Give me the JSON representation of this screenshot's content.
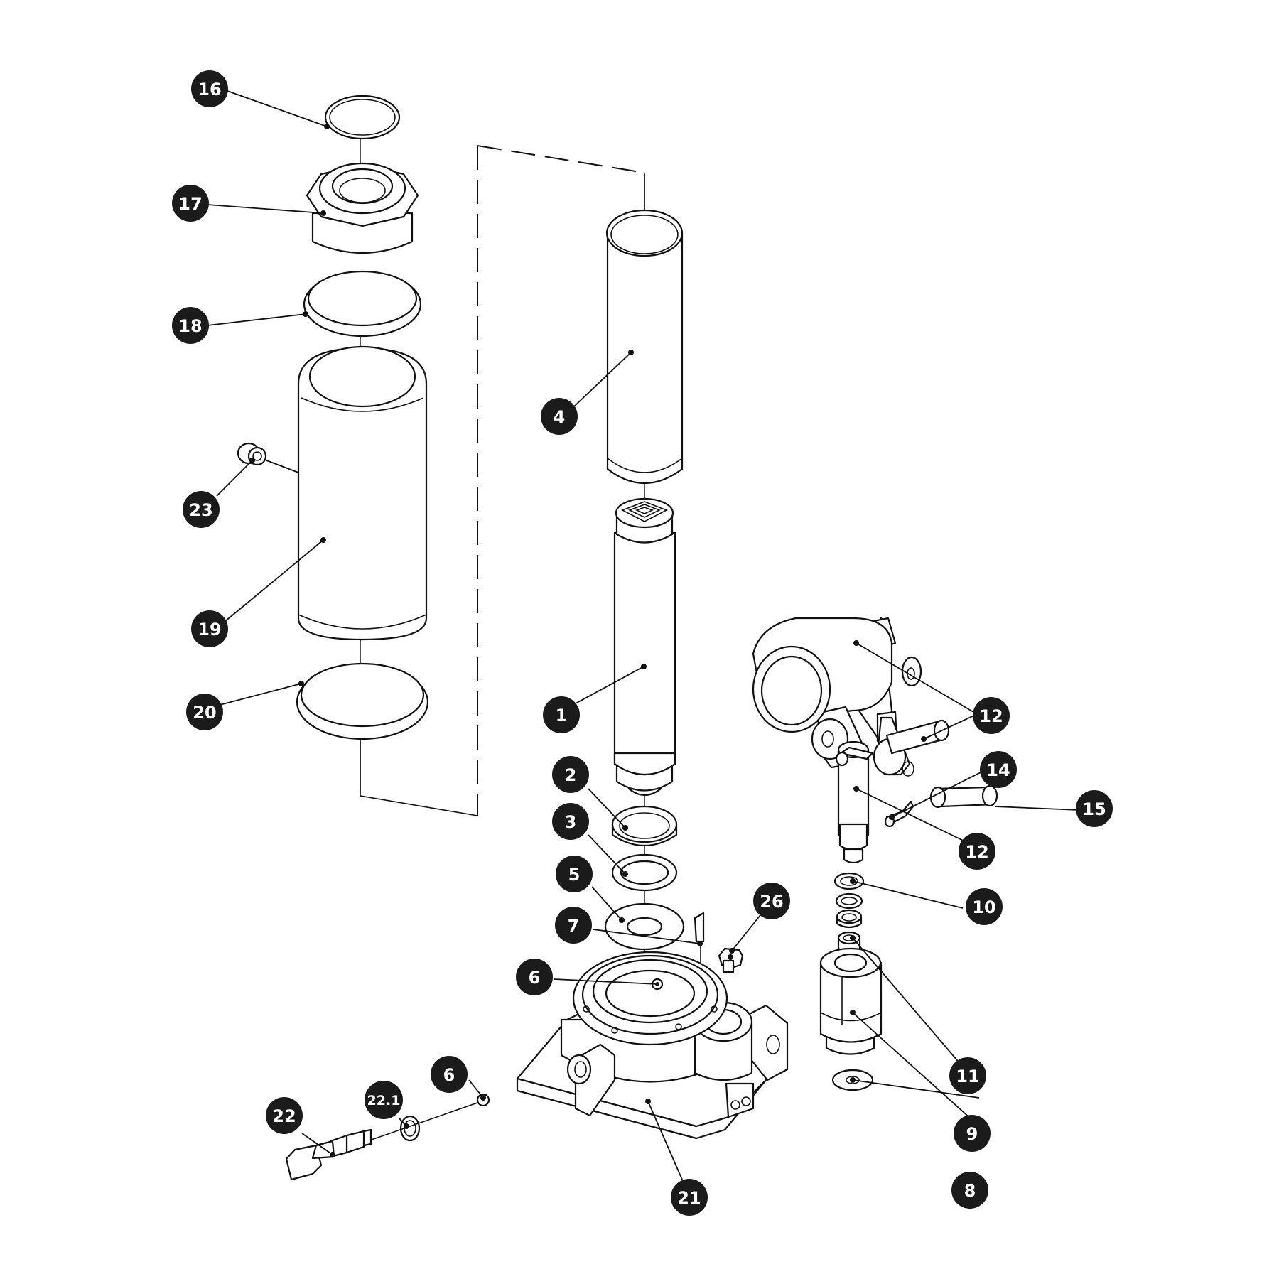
{
  "colors": {
    "ink": "#111111",
    "badge": "#1b1b1b",
    "badge_text": "#ffffff",
    "background": "#ffffff"
  },
  "parts": [
    {
      "id": "p1",
      "label": "1"
    },
    {
      "id": "p2",
      "label": "2"
    },
    {
      "id": "p3",
      "label": "3"
    },
    {
      "id": "p4",
      "label": "4"
    },
    {
      "id": "p5",
      "label": "5"
    },
    {
      "id": "p6a",
      "label": "6"
    },
    {
      "id": "p6b",
      "label": "6"
    },
    {
      "id": "p7",
      "label": "7"
    },
    {
      "id": "p8",
      "label": "8"
    },
    {
      "id": "p9",
      "label": "9"
    },
    {
      "id": "p10",
      "label": "10"
    },
    {
      "id": "p11",
      "label": "11"
    },
    {
      "id": "p12a",
      "label": "12"
    },
    {
      "id": "p12b",
      "label": "12"
    },
    {
      "id": "p14",
      "label": "14"
    },
    {
      "id": "p15",
      "label": "15"
    },
    {
      "id": "p16",
      "label": "16"
    },
    {
      "id": "p17",
      "label": "17"
    },
    {
      "id": "p18",
      "label": "18"
    },
    {
      "id": "p19",
      "label": "19"
    },
    {
      "id": "p20",
      "label": "20"
    },
    {
      "id": "p21",
      "label": "21"
    },
    {
      "id": "p22",
      "label": "22"
    },
    {
      "id": "p221",
      "label": "22.1"
    },
    {
      "id": "p23",
      "label": "23"
    },
    {
      "id": "p26",
      "label": "26"
    }
  ]
}
